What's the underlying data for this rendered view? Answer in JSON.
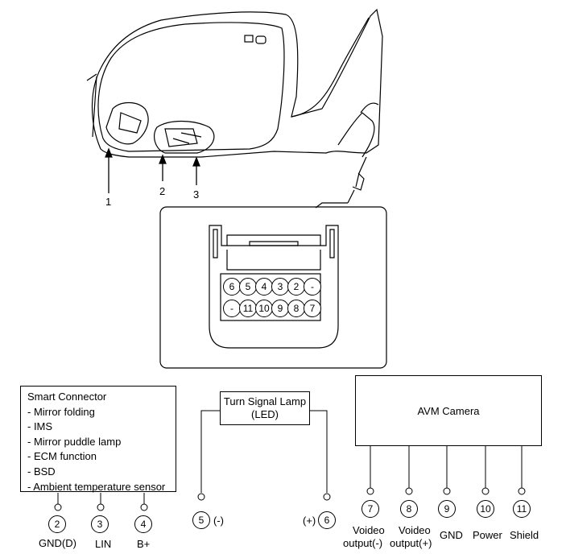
{
  "callouts": [
    "1",
    "2",
    "3"
  ],
  "connector": {
    "top_row": [
      "6",
      "5",
      "4",
      "3",
      "2",
      "-"
    ],
    "bottom_row": [
      "-",
      "11",
      "10",
      "9",
      "8",
      "7"
    ]
  },
  "smart_connector": {
    "title": "Smart Connector",
    "lines": [
      "- Mirror folding",
      "- IMS",
      "- Mirror puddle lamp",
      "- ECM function",
      "- BSD",
      "- Ambient temperature sensor"
    ],
    "pins": [
      {
        "num": "2",
        "label": "GND(D)"
      },
      {
        "num": "3",
        "label": "LIN"
      },
      {
        "num": "4",
        "label": "B+"
      }
    ]
  },
  "turn_signal": {
    "title": "Turn Signal Lamp",
    "subtitle": "(LED)",
    "pin_minus": {
      "num": "5",
      "label": "(-)"
    },
    "pin_plus": {
      "num": "6",
      "label": "(+)"
    }
  },
  "avm_camera": {
    "title": "AVM Camera",
    "pins": [
      {
        "num": "7",
        "label1": "Voideo",
        "label2": "output(-)"
      },
      {
        "num": "8",
        "label1": "Voideo",
        "label2": "output(+)"
      },
      {
        "num": "9",
        "label1": "GND",
        "label2": ""
      },
      {
        "num": "10",
        "label1": "Power",
        "label2": ""
      },
      {
        "num": "11",
        "label1": "Shield",
        "label2": ""
      }
    ]
  }
}
